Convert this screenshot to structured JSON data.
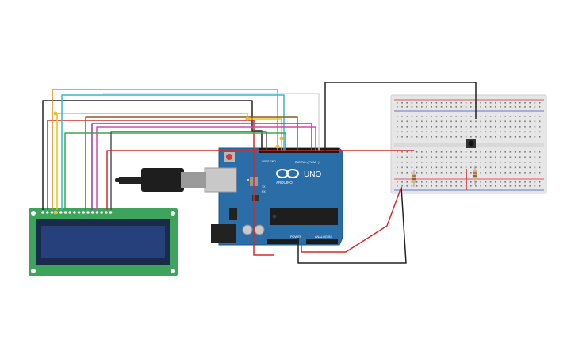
{
  "arduino": {
    "brand": "ARDUINO",
    "model": "UNO",
    "digital_label": "DIGITAL (PWM ~)",
    "power_label": "POWER",
    "analog_label": "ANALOG IN",
    "aref": "AREF",
    "gnd": "GND",
    "tx": "TX",
    "rx": "RX"
  },
  "colors": {
    "board_blue": "#2b6ea7",
    "lcd_pcb": "#3ea35d",
    "lcd_screen": "#1f3467",
    "wire_red": "#d12b2b",
    "wire_black": "#222222",
    "wire_orange": "#e08a1a",
    "wire_yellow": "#e8c21a",
    "wire_cyan": "#3cb6c9",
    "wire_purple": "#8c3fa0",
    "wire_pink": "#d14aa5",
    "wire_green": "#3aa845",
    "wire_brown": "#8a5a2b",
    "wire_white": "#d8d8d8",
    "breadboard": "#e9e9e9"
  },
  "icons": {
    "infinity_logo": "arduino-infinity-logo",
    "usb": "usb-connector",
    "pushbutton": "pushbutton"
  }
}
